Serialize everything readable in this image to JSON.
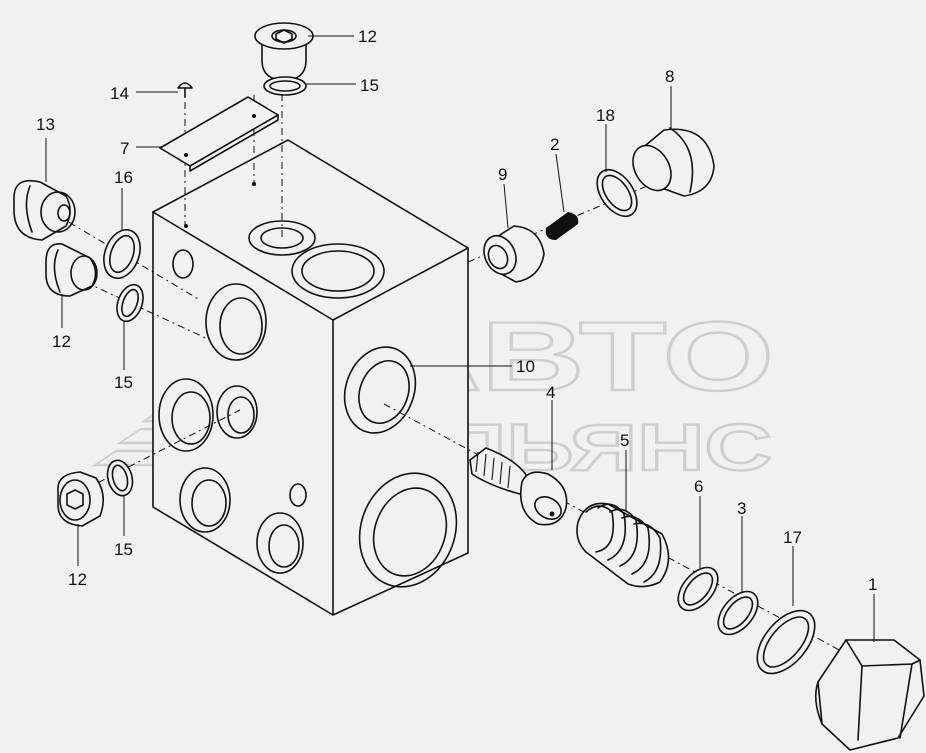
{
  "watermark": {
    "line1": "АВТО",
    "line2": "АЛЬЯНС"
  },
  "callouts": [
    {
      "id": "c1",
      "label": "1"
    },
    {
      "id": "c2",
      "label": "2"
    },
    {
      "id": "c3",
      "label": "3"
    },
    {
      "id": "c4",
      "label": "4"
    },
    {
      "id": "c5",
      "label": "5"
    },
    {
      "id": "c6",
      "label": "6"
    },
    {
      "id": "c7",
      "label": "7"
    },
    {
      "id": "c8",
      "label": "8"
    },
    {
      "id": "c9",
      "label": "9"
    },
    {
      "id": "c10",
      "label": "10"
    },
    {
      "id": "c12a",
      "label": "12"
    },
    {
      "id": "c12b",
      "label": "12"
    },
    {
      "id": "c12c",
      "label": "12"
    },
    {
      "id": "c13",
      "label": "13"
    },
    {
      "id": "c14",
      "label": "14"
    },
    {
      "id": "c15a",
      "label": "15"
    },
    {
      "id": "c15b",
      "label": "15"
    },
    {
      "id": "c15c",
      "label": "15"
    },
    {
      "id": "c16",
      "label": "16"
    },
    {
      "id": "c17",
      "label": "17"
    },
    {
      "id": "c18",
      "label": "18"
    }
  ]
}
